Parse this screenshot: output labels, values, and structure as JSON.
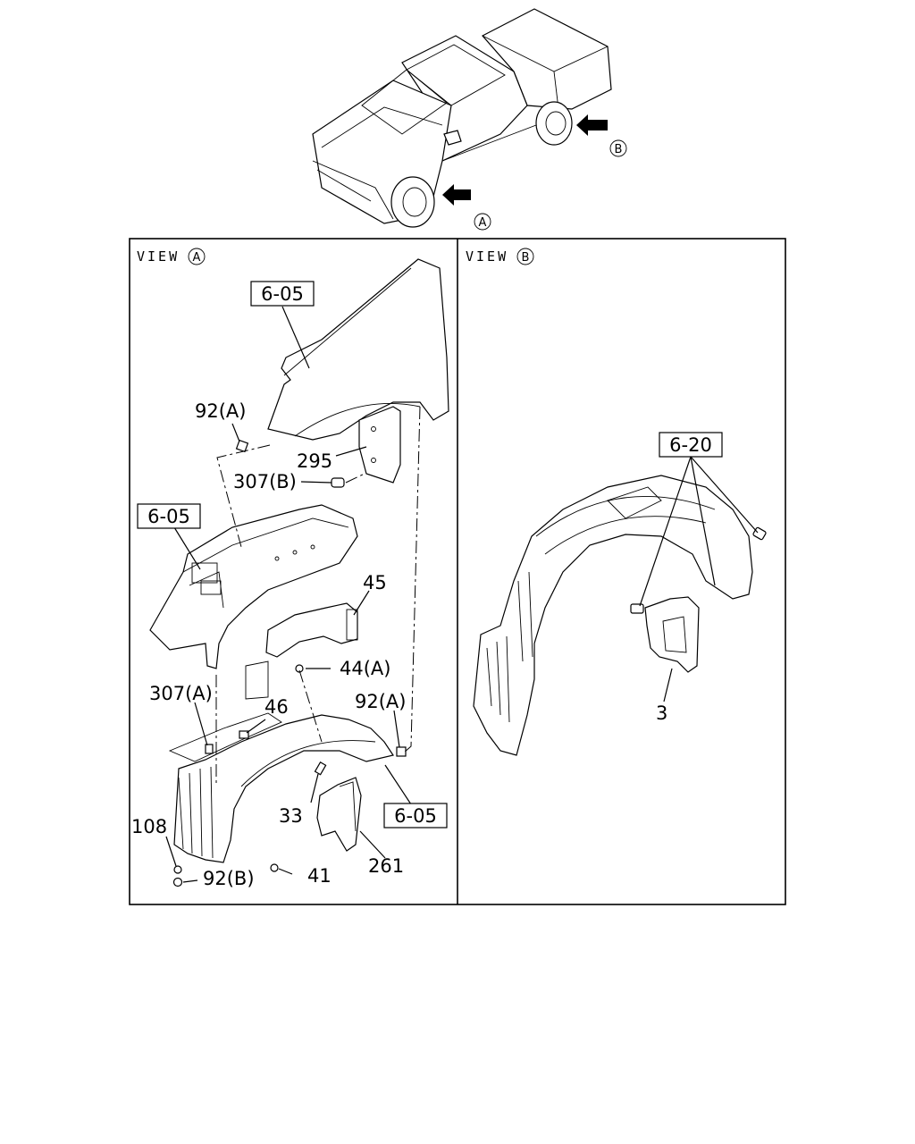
{
  "views": {
    "a": {
      "title": "VIEW",
      "marker": "A"
    },
    "b": {
      "title": "VIEW",
      "marker": "B"
    }
  },
  "truck": {
    "arrow_a": "A",
    "arrow_b": "B"
  },
  "callouts": {
    "ref_605_top": "6-05",
    "ref_605_mid": "6-05",
    "ref_605_bottom": "6-05",
    "ref_620": "6-20",
    "p92a_top": "92(A)",
    "p295": "295",
    "p307b": "307(B)",
    "p45": "45",
    "p44a": "44(A)",
    "p307a": "307(A)",
    "p46": "46",
    "p92a_right": "92(A)",
    "p33": "33",
    "p108": "108",
    "p92b": "92(B)",
    "p41": "41",
    "p261": "261",
    "p3": "3"
  }
}
